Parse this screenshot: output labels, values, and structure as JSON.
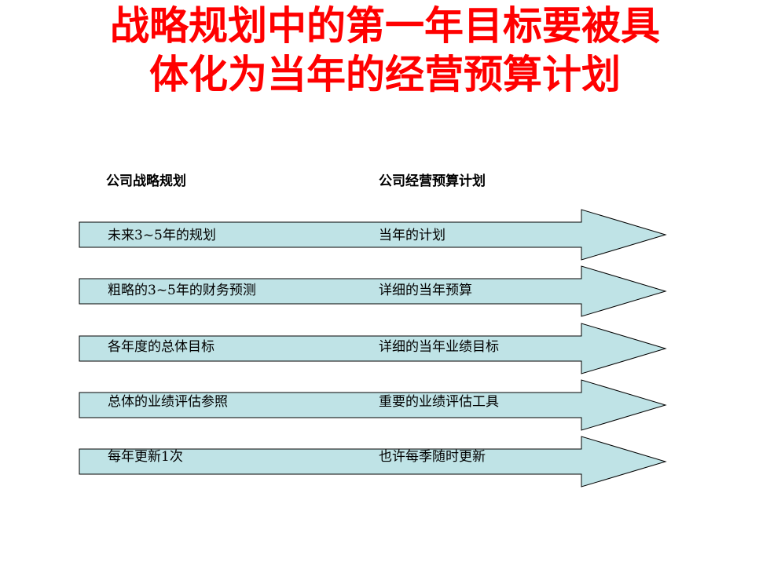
{
  "title": {
    "line1": "战略规划中的第一年目标要被具",
    "line2": "体化为当年的经营预算计划"
  },
  "headers": {
    "left": "公司战略规划",
    "right": "公司经营预算计划"
  },
  "rows": [
    {
      "left": "未来3~5年的规划",
      "right": "当年的计划"
    },
    {
      "left": "粗略的3~5年的财务预测",
      "right": "详细的当年预算"
    },
    {
      "left": "各年度的总体目标",
      "right": "详细的当年业绩目标"
    },
    {
      "left": "总体的业绩评估参照",
      "right": "重要的业绩评估工具"
    },
    {
      "left": "每年更新1次",
      "right": "也许每季随时更新"
    }
  ],
  "colors": {
    "title": "#ff0000",
    "arrow_fill": "#bfe3e6",
    "arrow_stroke": "#000000"
  }
}
